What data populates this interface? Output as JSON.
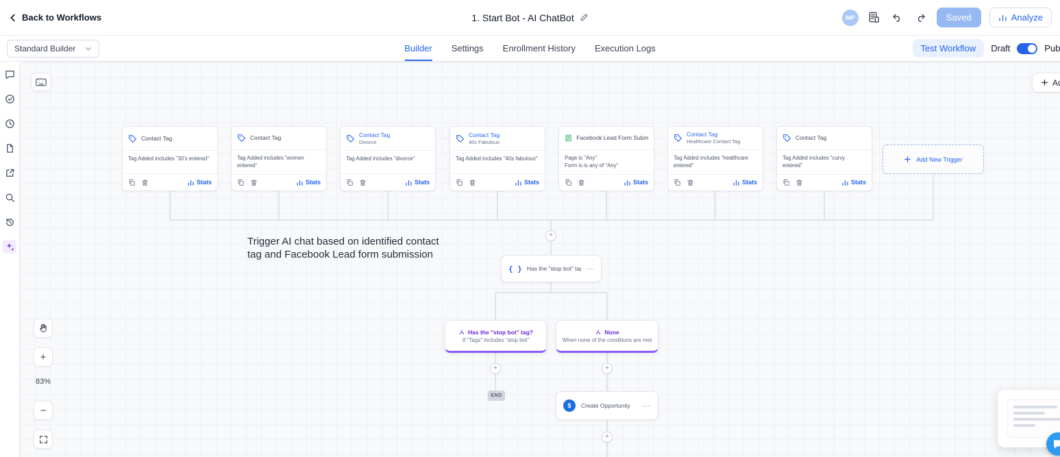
{
  "topbar": {
    "back_label": "Back to Workflows",
    "title": "1. Start Bot - AI ChatBot",
    "avatar_initials": "MP",
    "saved_button": "Saved",
    "analyze_button": "Analyze"
  },
  "toolbar": {
    "builder_mode": "Standard Builder",
    "tabs": [
      {
        "label": "Builder"
      },
      {
        "label": "Settings"
      },
      {
        "label": "Enrollment History"
      },
      {
        "label": "Execution Logs"
      }
    ],
    "test_workflow_button": "Test Workflow",
    "draft_label": "Draft",
    "publish_label": "Publish"
  },
  "canvas": {
    "add_button": "Add",
    "zoom_percent": "83%",
    "stats_label": "Stats",
    "add_new_trigger_label": "Add New Trigger",
    "end_label": "END",
    "annotation": "Trigger AI chat based on identified contact tag and Facebook Lead form submission",
    "triggers": [
      {
        "title": "Contact Tag",
        "subtitle": "",
        "line1": "Tag Added includes \"30's entered\"",
        "line2": ""
      },
      {
        "title": "Contact Tag",
        "subtitle": "",
        "line1": "Tag Added includes \"women entered\"",
        "line2": ""
      },
      {
        "title": "Contact Tag",
        "subtitle": "Divorce",
        "line1": "Tag Added includes \"divorce\"",
        "line2": ""
      },
      {
        "title": "Contact Tag",
        "subtitle": "40s Fabulous",
        "line1": "Tag Added includes \"40s fabulous\"",
        "line2": ""
      },
      {
        "title": "Facebook Lead Form Submitted",
        "subtitle": "",
        "line1": "Page is \"Any\"",
        "line2": "Form is is any of \"Any\""
      },
      {
        "title": "Contact Tag",
        "subtitle": "Healthcare Contact Tag",
        "line1": "Tag Added includes \"healthcare entered\"",
        "line2": ""
      },
      {
        "title": "Contact Tag",
        "subtitle": "",
        "line1": "Tag Added includes \"curvy entered\"",
        "line2": ""
      }
    ],
    "condition_node": {
      "label": "Has the \"stop bot\" tag?"
    },
    "branches": [
      {
        "title": "Has the \"stop bot\" tag?",
        "subtitle": "If \"Tags\" includes \"stop bot\""
      },
      {
        "title": "None",
        "subtitle": "When none of the conditions are met"
      }
    ],
    "action_node": {
      "label": "Create Opportunity"
    }
  },
  "colors": {
    "accent_blue": "#2563eb",
    "purple": "#7c3aed",
    "green": "#16a34a"
  }
}
